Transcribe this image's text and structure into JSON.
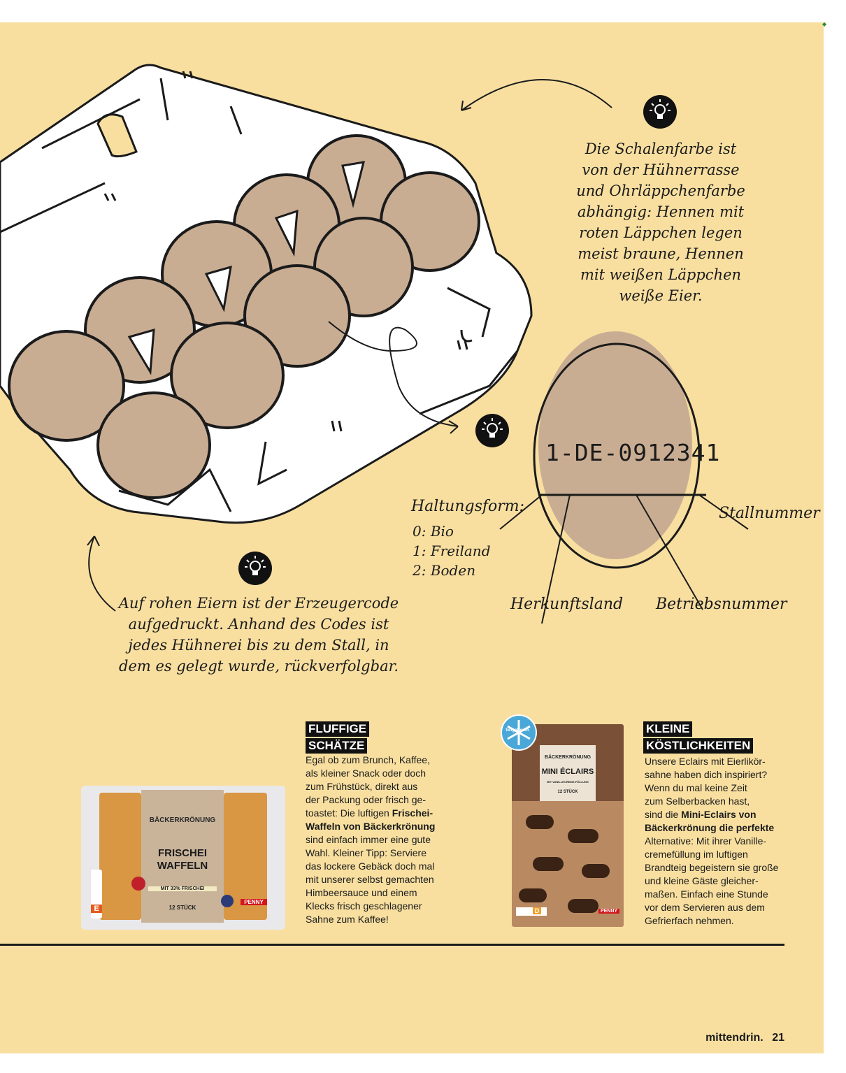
{
  "notes": {
    "shell_color": [
      "Die Schalenfarbe ist",
      "von der Hühnerrasse",
      "und Ohrläppchenfarbe",
      "abhängig: Hennen mit",
      "roten Läppchen legen",
      "meist braune, Hennen",
      "mit weißen Läppchen",
      "weiße Eier."
    ],
    "producer_code": [
      "Auf rohen Eiern ist der Erzeugercode",
      "aufgedruckt. Anhand des Codes ist",
      "jedes Hühnerei bis zu dem Stall, in",
      "dem es gelegt wurde, rückverfolgbar."
    ]
  },
  "egg_code": {
    "code": "1-DE-0912341",
    "haltungsform_title": "Haltungsform:",
    "haltungsform_items": [
      "0:  Bio",
      "1:  Freiland",
      "2:  Boden"
    ],
    "label_stall": "Stallnummer",
    "label_land": "Herkunftsland",
    "label_betrieb": "Betriebsnummer"
  },
  "waffeln": {
    "headline": [
      "FLUFFIGE",
      "SCHÄTZE"
    ],
    "text": [
      [
        "Egal ob zum Brunch, Kaffee,",
        ""
      ],
      [
        "als kleiner Snack oder doch",
        ""
      ],
      [
        "zum Frühstück, direkt aus",
        ""
      ],
      [
        "der Packung oder frisch ge-",
        ""
      ],
      [
        "toastet: Die luftigen ",
        "Frischei-"
      ],
      [
        "",
        "Waffeln von Bäckerkrönung"
      ],
      [
        "sind einfach immer eine gute",
        ""
      ],
      [
        "Wahl. Kleiner Tipp: Serviere",
        ""
      ],
      [
        "das lockere Gebäck doch mal",
        ""
      ],
      [
        "mit unserer selbst gemachten",
        ""
      ],
      [
        "Himbeersauce und einem",
        ""
      ],
      [
        "Klecks frisch geschlagener",
        ""
      ],
      [
        "Sahne zum Kaffee!",
        ""
      ]
    ],
    "package": {
      "brand": "BÄCKERKRÖNUNG",
      "name": [
        "FRISCHEI",
        "WAFFELN"
      ],
      "claim": "MIT 33% FRISCHEI",
      "count": "12 STÜCK",
      "store": "PENNY",
      "nutri": "E"
    }
  },
  "eclairs": {
    "headline": [
      "KLEINE",
      "KÖSTLICHKEITEN"
    ],
    "text": [
      [
        "Unsere Eclairs mit Eierlikör-",
        ""
      ],
      [
        "sahne haben dich inspiriert?",
        ""
      ],
      [
        "Wenn du mal keine Zeit",
        ""
      ],
      [
        "zum Selberbacken hast,",
        ""
      ],
      [
        "sind die ",
        "Mini-Eclairs von"
      ],
      [
        "",
        "Bäckerkrönung die perfekte"
      ],
      [
        "Alternative: Mit ihrer Vanille-",
        ""
      ],
      [
        "cremefüllung im luftigen",
        ""
      ],
      [
        "Brandteig begeistern sie große",
        ""
      ],
      [
        "und kleine Gäste gleicher-",
        ""
      ],
      [
        "maßen. Einfach eine Stunde",
        ""
      ],
      [
        "vor dem Servieren aus dem",
        ""
      ],
      [
        "Gefrierfach nehmen.",
        ""
      ]
    ],
    "package": {
      "badge": "tiefgefroren",
      "brand": "BÄCKERKRÖNUNG",
      "name": "MINI ÉCLAIRS",
      "filling": "MIT VANILLECREME-FÜLLUNG",
      "count": "12 STÜCK",
      "store": "PENNY",
      "nutri": "D"
    }
  },
  "footer": {
    "magazine": "mittendrin.",
    "page": "21"
  },
  "colors": {
    "background": "#f8dfa0",
    "egg": "#c9ad93",
    "ink": "#1b1b1b"
  },
  "icons": [
    "lightbulb-icon",
    "snowflake-icon"
  ]
}
